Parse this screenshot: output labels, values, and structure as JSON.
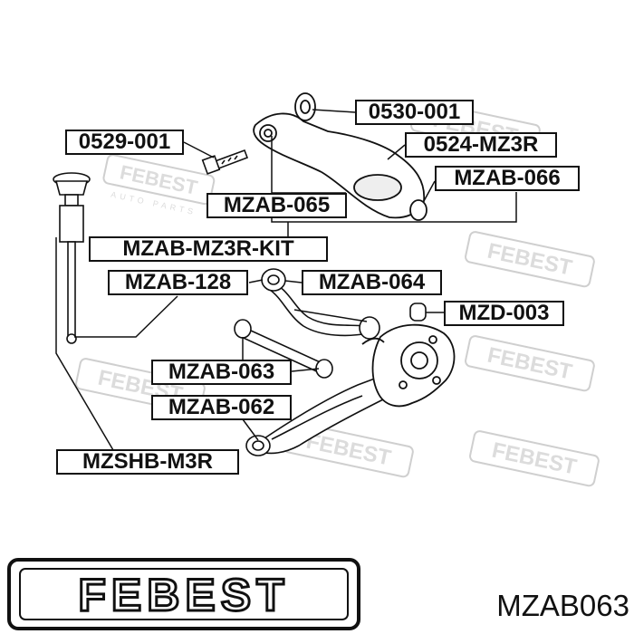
{
  "labels": {
    "l_0530_001": "0530-001",
    "l_0529_001": "0529-001",
    "l_0524_mz3r": "0524-MZ3R",
    "l_mzab_066": "MZAB-066",
    "l_mzab_065": "MZAB-065",
    "l_mzab_mz3r_kit": "MZAB-MZ3R-KIT",
    "l_mzab_128": "MZAB-128",
    "l_mzab_064": "MZAB-064",
    "l_mzd_003": "MZD-003",
    "l_mzab_063": "MZAB-063",
    "l_mzab_062": "MZAB-062",
    "l_mzshb_m3r": "MZSHB-M3R"
  },
  "brand": {
    "logo": "FEBEST",
    "watermark_sub": "AUTO PARTS"
  },
  "part_number": "MZAB063",
  "colors": {
    "ink": "#111111",
    "watermark": "#c8c8c8"
  }
}
